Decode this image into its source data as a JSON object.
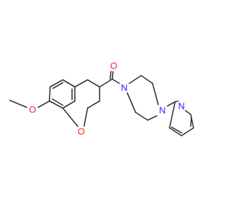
{
  "molecule": {
    "atoms": [
      {
        "label": "O",
        "color": "#ff2020"
      },
      {
        "label": "O",
        "color": "#ff2020"
      },
      {
        "label": "O",
        "color": "#ff2020"
      },
      {
        "label": "N",
        "color": "#2020ff"
      },
      {
        "label": "N",
        "color": "#2020ff"
      },
      {
        "label": "N",
        "color": "#2020ff"
      }
    ],
    "bond_color": "#333333"
  }
}
